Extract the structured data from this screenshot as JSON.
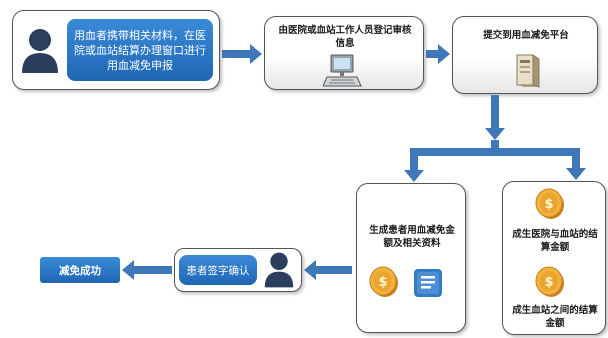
{
  "step1": {
    "text": "用血者携带相关材料，在医院或血站结算办理窗口进行用血减免申报"
  },
  "step2": {
    "text": "由医院或血站工作人员登记审核信息"
  },
  "step3": {
    "text": "提交到用血减免平台"
  },
  "step4": {
    "text": "生成患者用血减免金额及相关资料"
  },
  "step5": {
    "item1": "成生医院与血站的结算金额",
    "item2": "成生血站之间的结算金额"
  },
  "step6": {
    "text": "患者签字确认"
  },
  "step7": {
    "text": "减免成功"
  },
  "icons": [
    "person-icon",
    "computer-icon",
    "server-icon",
    "coin-icon",
    "document-icon"
  ],
  "colors": {
    "arrow": "#3f78b8",
    "pill": "#2e7bc9",
    "person": "#2b3e5c",
    "coin": "#e9a530"
  }
}
